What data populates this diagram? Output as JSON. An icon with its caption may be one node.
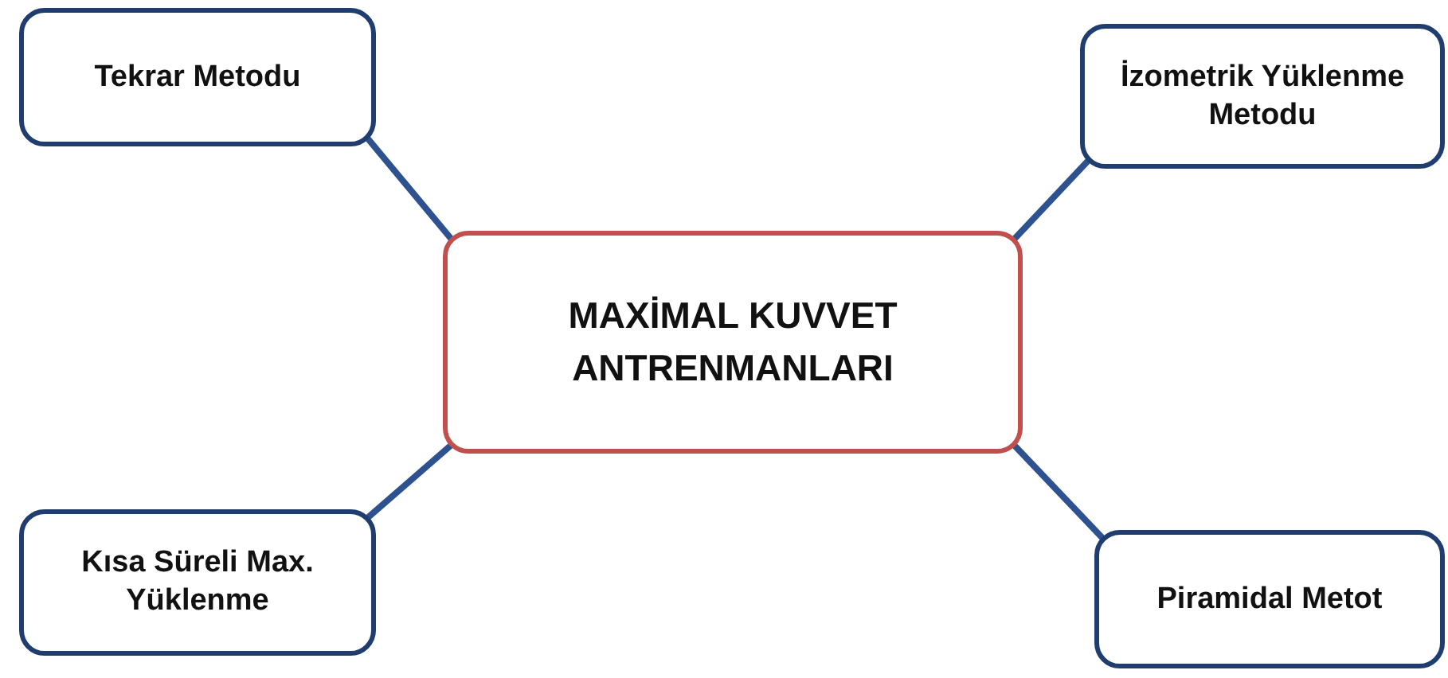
{
  "diagram": {
    "nodes": [
      {
        "text": [
          "MAXİMAL KUVVET ANTRENMANLARI"
        ]
      },
      {
        "text": [
          "Tekrar Metodu"
        ]
      },
      {
        "text": [
          "İzometrik Yüklenme Metodu"
        ]
      },
      {
        "text": [
          "Kısa Süreli Max. Yüklenme"
        ]
      },
      {
        "text": [
          "Piramidal Metot"
        ]
      }
    ],
    "edges": [
      {
        "from": 0,
        "to": 1,
        "arrow": "none"
      },
      {
        "from": 0,
        "to": 2,
        "arrow": "none"
      },
      {
        "from": 0,
        "to": 3,
        "arrow": "none"
      },
      {
        "from": 0,
        "to": 4,
        "arrow": "none"
      }
    ]
  }
}
